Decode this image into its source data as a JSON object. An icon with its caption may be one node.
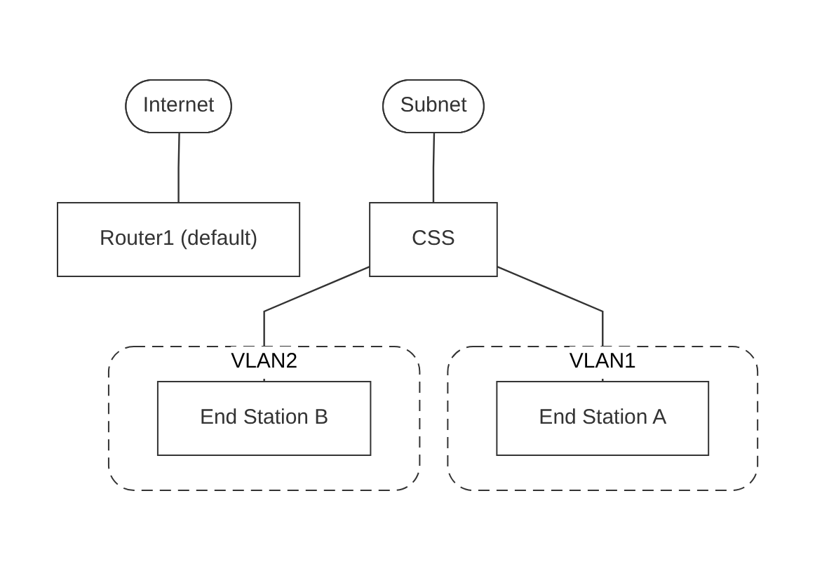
{
  "diagram": {
    "nodes": [
      {
        "text": [
          "Internet"
        ]
      },
      {
        "text": [
          "Router1 (default)"
        ]
      },
      {
        "text": [
          "Subnet"
        ]
      },
      {
        "text": [
          "VLAN1"
        ]
      },
      {
        "text": [
          "CSS"
        ]
      },
      {
        "text": [
          "End Station A"
        ],
        "in": 3
      },
      {
        "text": [
          "VLAN2"
        ]
      },
      {
        "text": [
          "End Station B"
        ],
        "in": 6
      }
    ],
    "edges": [
      {
        "from": 0,
        "to": 1,
        "arrow": "none"
      },
      {
        "from": 2,
        "to": 4,
        "arrow": "none"
      },
      {
        "from": 4,
        "to": 5,
        "arrow": "none"
      },
      {
        "from": 4,
        "to": 7,
        "arrow": "none"
      }
    ]
  }
}
